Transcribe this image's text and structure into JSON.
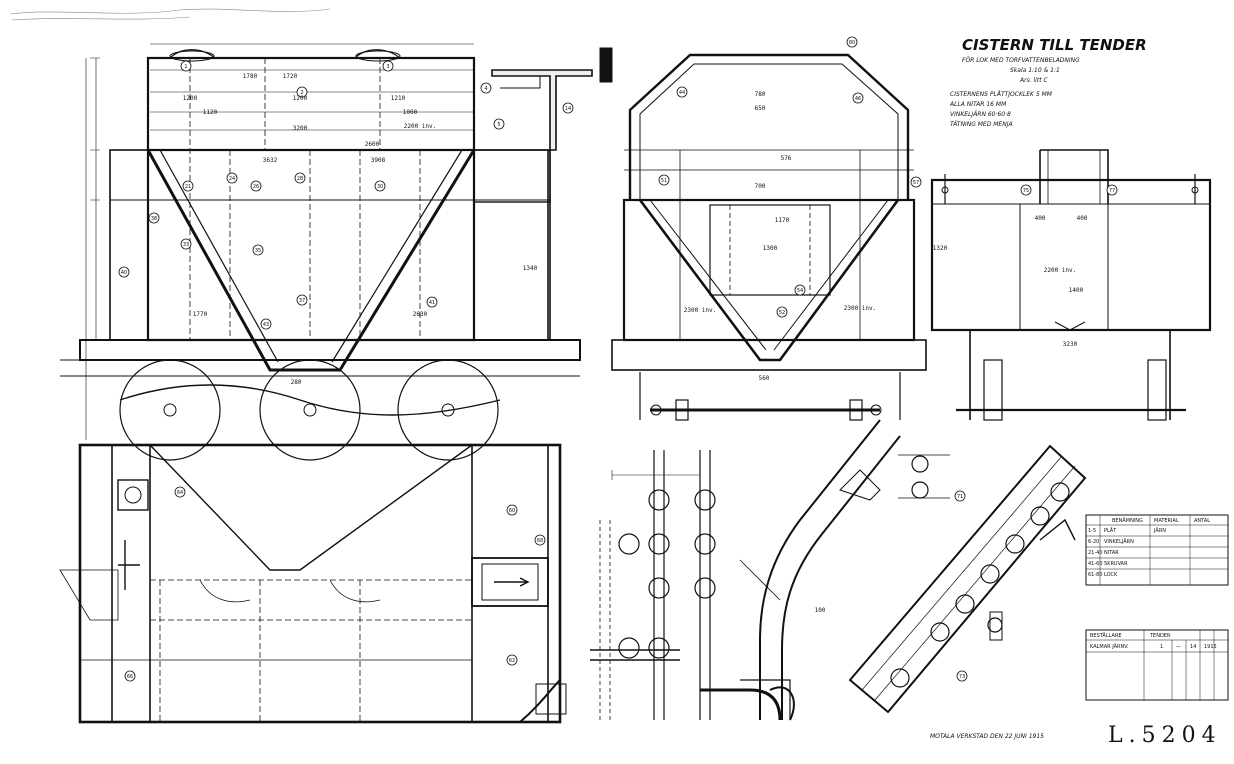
{
  "title_block": {
    "title": "CISTERN TILL TENDER",
    "subtitle_1": "FÖR LOK MED TORFVATTENBELADNING",
    "subtitle_2": "Skala 1:10 & 1:1",
    "subtitle_3": "Ars. litt C",
    "drawing_number": "L.5204",
    "signature": "MOTALA VERKSTAD DEN 22 JUNI 1915"
  },
  "dimensions": {
    "d1": "1780",
    "d2": "1720",
    "d3": "1200",
    "d4": "1200",
    "d5": "1210",
    "d6": "2200 inv.",
    "d7": "3632",
    "d8": "3908",
    "d9": "1770",
    "d10": "2630",
    "d11": "1120",
    "d12": "1000",
    "d13": "1340",
    "d14": "3200",
    "d15": "780",
    "d16": "650",
    "d17": "576",
    "d18": "700",
    "d19": "1170",
    "d20": "1300",
    "d21": "2300 inv.",
    "d22": "2300 inv.",
    "d23": "1320",
    "d24": "3230",
    "d25": "280",
    "d26": "560",
    "d27": "1400",
    "d28": "2600",
    "d29": "100",
    "d30": "2200 inv.",
    "d31": "400",
    "d32": "400"
  },
  "callouts": [
    "1",
    "2",
    "3",
    "4",
    "5",
    "14",
    "21",
    "24",
    "26",
    "28",
    "30",
    "33",
    "35",
    "37",
    "38",
    "40",
    "41",
    "43",
    "44",
    "46",
    "51",
    "52",
    "54",
    "57",
    "60",
    "62",
    "64",
    "66",
    "68",
    "71",
    "73",
    "75",
    "77",
    "80"
  ],
  "parts_table": {
    "headers": [
      "",
      "BENÄMNING",
      "MATERIAL",
      "ANTAL"
    ],
    "rows": [
      [
        "1-5",
        "PLÅT",
        "JÄRN",
        ""
      ],
      [
        "6-20",
        "VINKELJÄRN",
        "",
        ""
      ],
      [
        "21-40",
        "NITAR",
        "",
        ""
      ],
      [
        "41-60",
        "SKRUVAR",
        "",
        ""
      ],
      [
        "61-80",
        "LOCK",
        "",
        ""
      ]
    ]
  },
  "order_table": {
    "headers": [
      "BESTÄLLARE",
      "TENDER",
      "",
      "",
      ""
    ],
    "rows": [
      [
        "KALMAR JÄRNV.",
        "1",
        "—",
        "14",
        "1915"
      ]
    ]
  },
  "notes": [
    "CISTERNENS PLÅTTJOCKLEK 5 MM",
    "ALLA NITAR 16 MM",
    "VINKELJÄRN 60·60·8",
    "TÄTNING MED MENJA"
  ]
}
